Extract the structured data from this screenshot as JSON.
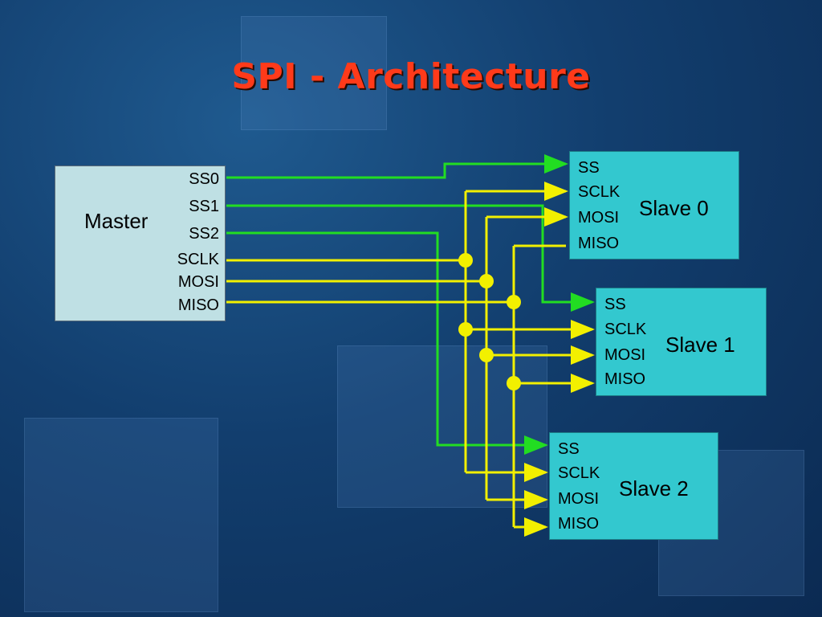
{
  "title": "SPI - Architecture",
  "colors": {
    "title": "#ff3a1a",
    "ss_wire": "#22dd22",
    "bus_wire": "#f2f000",
    "master_box": "#bfe0e4",
    "slave_box": "#33c8cf"
  },
  "master": {
    "name": "Master",
    "pins": [
      "SS0",
      "SS1",
      "SS2",
      "SCLK",
      "MOSI",
      "MISO"
    ]
  },
  "slaves": [
    {
      "name": "Slave 0",
      "pins": [
        "SS",
        "SCLK",
        "MOSI",
        "MISO"
      ]
    },
    {
      "name": "Slave 1",
      "pins": [
        "SS",
        "SCLK",
        "MOSI",
        "MISO"
      ]
    },
    {
      "name": "Slave 2",
      "pins": [
        "SS",
        "SCLK",
        "MOSI",
        "MISO"
      ]
    }
  ]
}
